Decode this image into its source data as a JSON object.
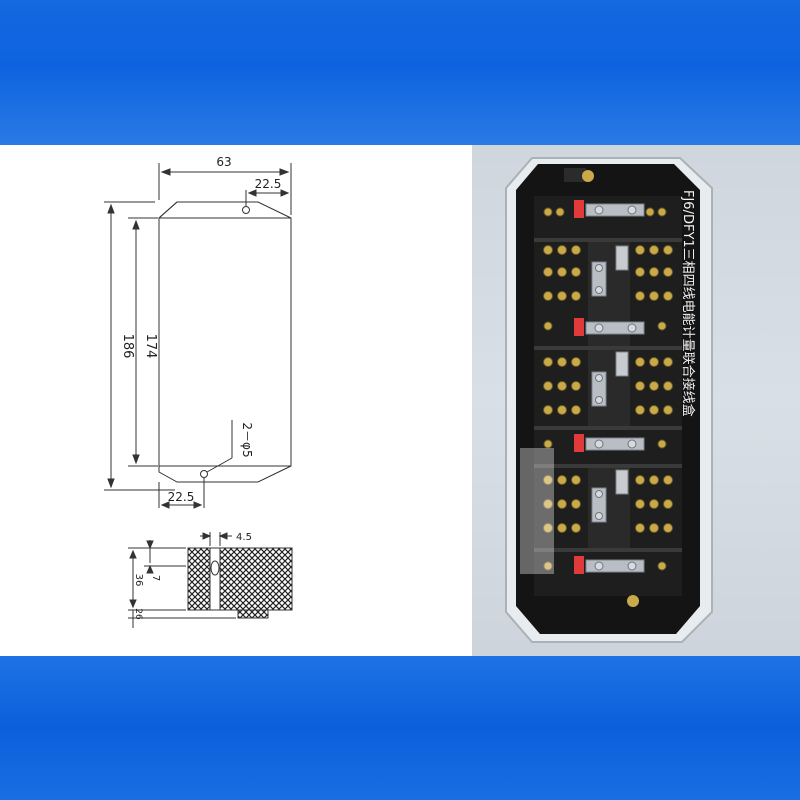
{
  "drawing": {
    "top_view": {
      "width": "63",
      "hole_offset_top": "22.5",
      "hole_offset_bottom": "22.5",
      "overall_height": "186",
      "inner_height": "174",
      "hole_callout": "2－φ5"
    },
    "side_view": {
      "slot_width": "4.5",
      "slot_depth": "7",
      "height": "36",
      "base": "26"
    }
  },
  "photo": {
    "vertical_label": "FJ6/DFY1三相四线电能计量联合接线盒"
  },
  "colors": {
    "band_blue": "#0d63df",
    "box_black": "#141414",
    "terminal_brass": "#c9a94a",
    "tab_red": "#e03a3a"
  }
}
